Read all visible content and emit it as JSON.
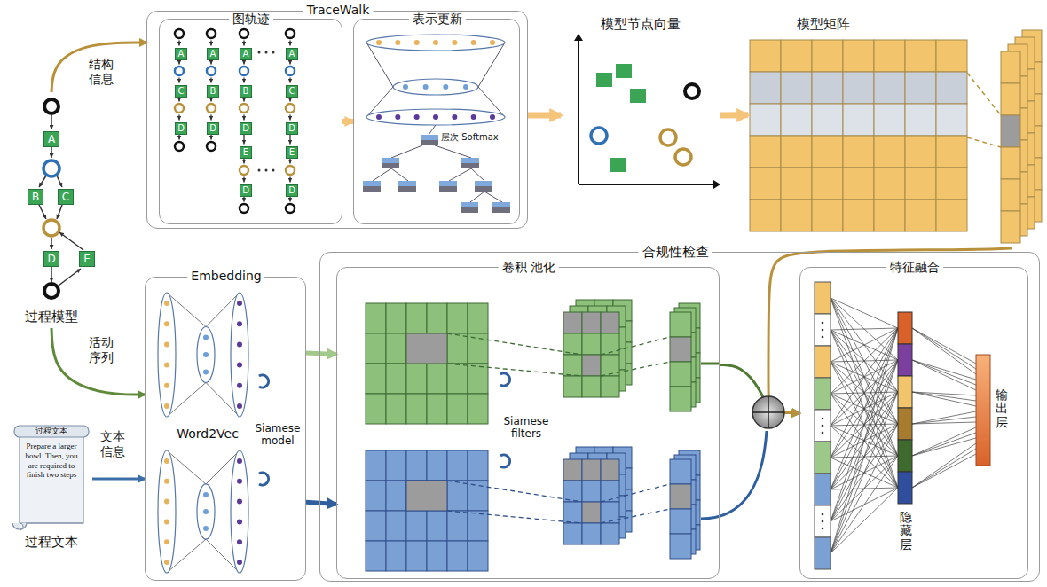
{
  "diagram": {
    "nodes": [
      {
        "text": [
          "TraceWalk"
        ]
      },
      {
        "text": [
          "图轨迹"
        ],
        "in": 0
      },
      {
        "text": [
          "A"
        ],
        "in": 1
      },
      {
        "text": [
          "C"
        ],
        "in": 1
      },
      {
        "text": [
          "D"
        ],
        "in": 1
      },
      {
        "text": [
          "A"
        ],
        "in": 1
      },
      {
        "text": [
          "B"
        ],
        "in": 1
      },
      {
        "text": [
          "D"
        ],
        "in": 1
      },
      {
        "text": [
          "A"
        ],
        "in": 1
      },
      {
        "text": [
          "B"
        ],
        "in": 1
      },
      {
        "text": [
          "D"
        ],
        "in": 1
      },
      {
        "text": [
          "E"
        ],
        "in": 1
      },
      {
        "text": [
          "D"
        ],
        "in": 1
      },
      {
        "text": [
          "A"
        ],
        "in": 1
      },
      {
        "text": [
          "C"
        ],
        "in": 1
      },
      {
        "text": [
          "D"
        ],
        "in": 1
      },
      {
        "text": [
          "E"
        ],
        "in": 1
      },
      {
        "text": [
          "D"
        ],
        "in": 1
      },
      {
        "text": [
          "表示更新"
        ],
        "in": 0
      },
      {
        "text": [
          "模型节点向量"
        ]
      },
      {
        "text": [
          "模型矩阵"
        ]
      },
      {
        "text": [
          "过程模型"
        ]
      },
      {
        "text": [
          "A"
        ],
        "in": 21
      },
      {
        "text": [
          "B"
        ],
        "in": 21
      },
      {
        "text": [
          "C"
        ],
        "in": 21
      },
      {
        "text": [
          "D"
        ],
        "in": 21
      },
      {
        "text": [
          "E"
        ],
        "in": 21
      },
      {
        "text": [
          "过程文本",
          "Prepare a larger bowl. Then, you are required to finish two steps",
          "过程文本"
        ]
      },
      {
        "text": [
          "Embedding",
          "Word2Vec"
        ]
      },
      {
        "text": [
          "合规性检查"
        ]
      },
      {
        "text": [
          "卷积 池化"
        ],
        "in": 29
      },
      {
        "text": [
          "特征融合"
        ],
        "in": 29
      },
      {
        "text": [
          "隐藏层"
        ],
        "in": 31
      },
      {
        "text": [
          "输出层"
        ],
        "in": 31
      }
    ],
    "edges": [
      {
        "from": 21,
        "to": 0,
        "arrow": "to",
        "label": "结构 信息"
      },
      {
        "from": 21,
        "to": 28,
        "arrow": "to",
        "label": "活动 序列"
      },
      {
        "from": 27,
        "to": 28,
        "arrow": "to",
        "label": "文本 信息"
      },
      {
        "from": 1,
        "to": 18,
        "arrow": "to"
      },
      {
        "from": 0,
        "to": 19,
        "arrow": "to"
      },
      {
        "from": 19,
        "to": 20,
        "arrow": "to"
      },
      {
        "from": 28,
        "to": 30,
        "arrow": "to"
      },
      {
        "from": 28,
        "to": 30,
        "arrow": "to"
      },
      {
        "from": 30,
        "to": 31,
        "arrow": "to"
      },
      {
        "from": 20,
        "to": 31,
        "arrow": "to"
      }
    ],
    "labels": [
      "层次 Softmax",
      "Siamese model",
      "Siamese filters"
    ]
  }
}
